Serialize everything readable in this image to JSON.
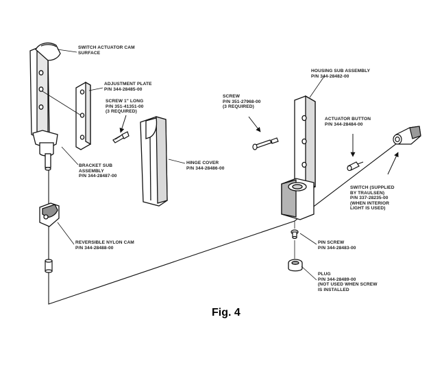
{
  "figure": {
    "caption": "Fig. 4",
    "line_color": "#111111",
    "part_fill": "#ffffff",
    "shade_fill": "#9a9a9a"
  },
  "labels": {
    "switch_actuator_cam": [
      "SWITCH ACTUATOR CAM",
      "SURFACE"
    ],
    "adjustment_plate": [
      "ADJUSTMENT PLATE",
      "P/N 344-28485-00"
    ],
    "screw_long": [
      "SCREW 1\" LONG",
      "P/N 351-41351-00",
      "(3 REQUIRED)"
    ],
    "bracket_sub_assembly": [
      "BRACKET SUB",
      "ASSEMBLY",
      "P/N 344-28487-00"
    ],
    "hinge_cover": [
      "HINGE COVER",
      "P/N 344-28486-00"
    ],
    "reversible_nylon_cam": [
      "REVERSIBLE NYLON CAM",
      "P/N 344-28488-00"
    ],
    "housing_sub_assembly": [
      "HOUSING SUB ASSEMBLY",
      "P/N 344-28482-00"
    ],
    "screw_housing": [
      "SCREW",
      "P/N 351-27968-00",
      "(3 REQUIRED)"
    ],
    "actuator_button": [
      "ACTUATOR BUTTON",
      "P/N 344-28484-00"
    ],
    "switch": [
      "SWITCH (SUPPLIED",
      "BY TRAULSEN)",
      "P/N 337-28235-00",
      "(WHEN INTERIOR",
      "LIGHT IS USED)"
    ],
    "pin_screw": [
      "PIN SCREW",
      "P/N 344-28483-00"
    ],
    "plug": [
      "PLUG",
      "P/N 344-28489-00",
      "(NOT USED WHEN SCREW",
      "IS INSTALLED"
    ]
  }
}
